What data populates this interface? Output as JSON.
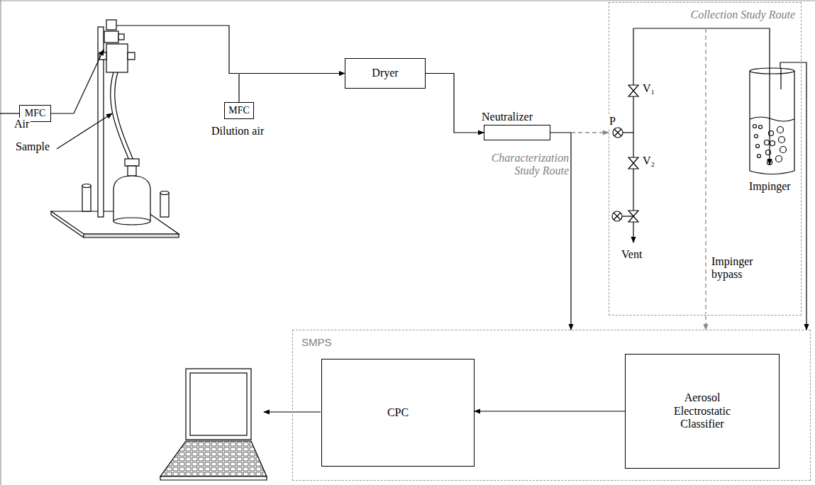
{
  "diagram": {
    "nodes": [
      {
        "text": [
          "MFC"
        ]
      },
      {
        "text": [
          "MFC"
        ]
      },
      {
        "text": [
          "Dryer"
        ]
      },
      {
        "text": [
          "Neutralizer"
        ]
      },
      {
        "text": [
          "Collection Study Route"
        ]
      },
      {
        "text": [
          "Impinger"
        ],
        "in": 4
      },
      {
        "text": [
          "SMPS"
        ]
      },
      {
        "text": [
          "CPC"
        ],
        "in": 6
      },
      {
        "text": [
          "Aerosol Electrostatic Classifier"
        ],
        "in": 6
      }
    ],
    "edges": [
      {
        "from": 1,
        "to": 2,
        "arrow": "to"
      },
      {
        "from": 2,
        "to": 3,
        "arrow": "to"
      },
      {
        "from": 3,
        "to": 6,
        "arrow": "to"
      },
      {
        "from": 3,
        "to": 4,
        "arrow": "to"
      },
      {
        "from": 4,
        "to": 6,
        "arrow": "to"
      },
      {
        "from": 5,
        "to": 6,
        "arrow": "to"
      },
      {
        "from": 8,
        "to": 7,
        "arrow": "to"
      }
    ],
    "labels": [
      "Air",
      "Sample",
      "Dilution air",
      "Characterization Study Route",
      "P",
      "V₁",
      "V₂",
      "Vent",
      "Impinger bypass"
    ]
  }
}
